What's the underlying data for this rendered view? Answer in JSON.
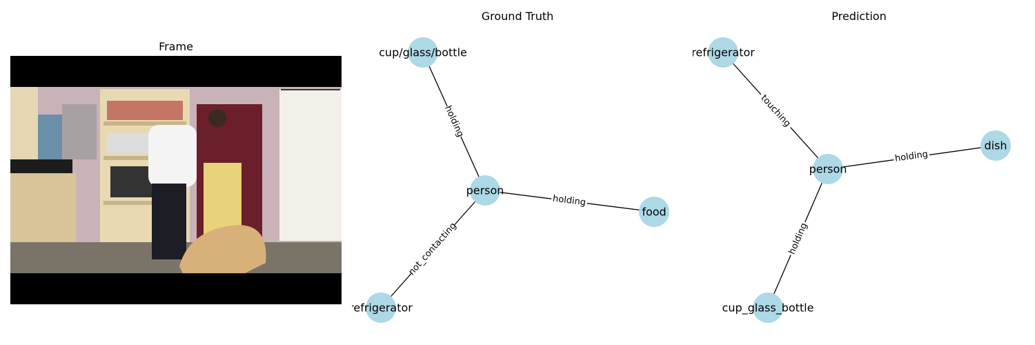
{
  "panels": {
    "frame_title": "Frame",
    "ground_truth_title": "Ground Truth",
    "prediction_title": "Prediction"
  },
  "colors": {
    "node_fill": "#add8e6",
    "edge": "#000000",
    "frame_border": "#000000"
  },
  "ground_truth": {
    "nodes": {
      "cup": "cup/glass/bottle",
      "person": "person",
      "food": "food",
      "fridge": "refrigerator"
    },
    "edges": {
      "person_cup": "holding",
      "person_food": "holding",
      "person_fridge": "not_contacting"
    }
  },
  "prediction": {
    "nodes": {
      "fridge": "refrigerator",
      "person": "person",
      "dish": "dish",
      "cup": "cup_glass_bottle"
    },
    "edges": {
      "person_fridge": "touching",
      "person_dish": "holding",
      "person_cup": "holding"
    }
  }
}
